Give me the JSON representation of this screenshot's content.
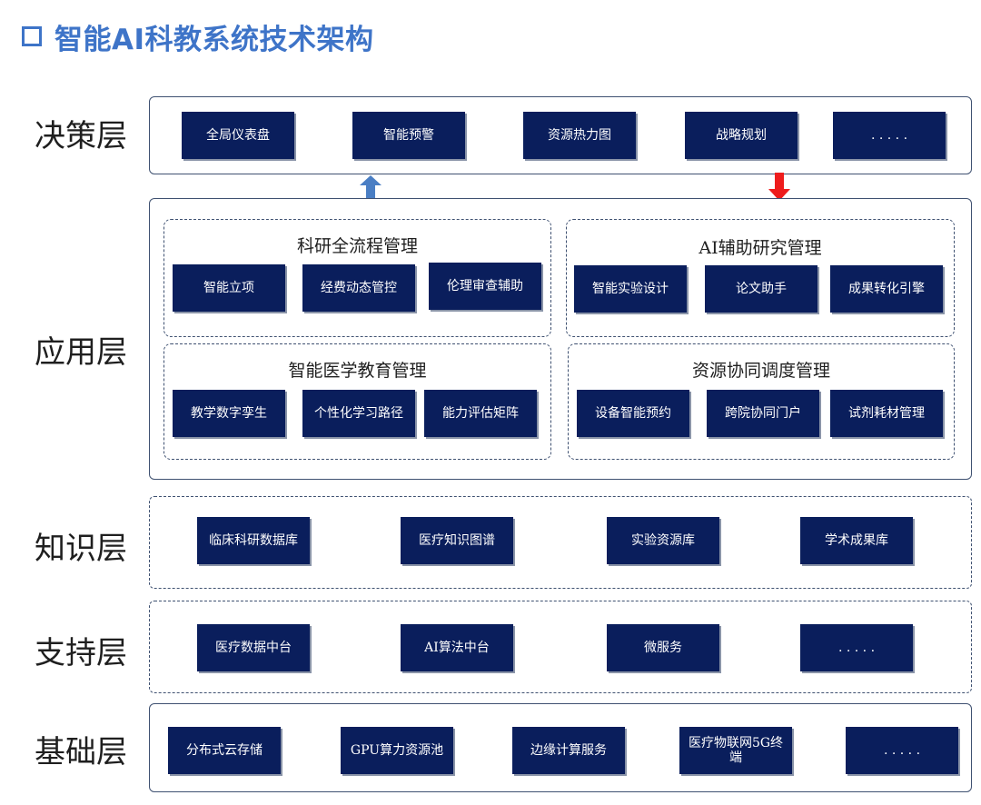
{
  "title": "智能AI科教系统技术架构",
  "layers": {
    "decision": {
      "label": "决策层",
      "items": [
        "全局仪表盘",
        "智能预警",
        "资源热力图",
        "战略规划",
        ". . . . ."
      ]
    },
    "application": {
      "label": "应用层",
      "groups": [
        {
          "title": "科研全流程管理",
          "items": [
            "智能立项",
            "经费动态管控",
            "伦理审查辅助"
          ]
        },
        {
          "title": "AI辅助研究管理",
          "items": [
            "智能实验设计",
            "论文助手",
            "成果转化引擎"
          ]
        },
        {
          "title": "智能医学教育管理",
          "items": [
            "教学数字孪生",
            "个性化学习路径",
            "能力评估矩阵"
          ]
        },
        {
          "title": "资源协同调度管理",
          "items": [
            "设备智能预约",
            "跨院协同门户",
            "试剂耗材管理"
          ]
        }
      ]
    },
    "knowledge": {
      "label": "知识层",
      "items": [
        "临床科研数据库",
        "医疗知识图谱",
        "实验资源库",
        "学术成果库"
      ]
    },
    "support": {
      "label": "支持层",
      "items": [
        "医疗数据中台",
        "AI算法中台",
        "微服务",
        ". . . . ."
      ]
    },
    "infrastructure": {
      "label": "基础层",
      "items": [
        "分布式云存储",
        "GPU算力资源池",
        "边缘计算服务",
        "医疗物联网5G终端",
        ". . . . ."
      ]
    }
  },
  "colors": {
    "title": "#3E74C8",
    "box_fill": "#0A1E5C",
    "arrow_up": "#4A7EC4",
    "arrow_down": "#EE1C1C"
  }
}
